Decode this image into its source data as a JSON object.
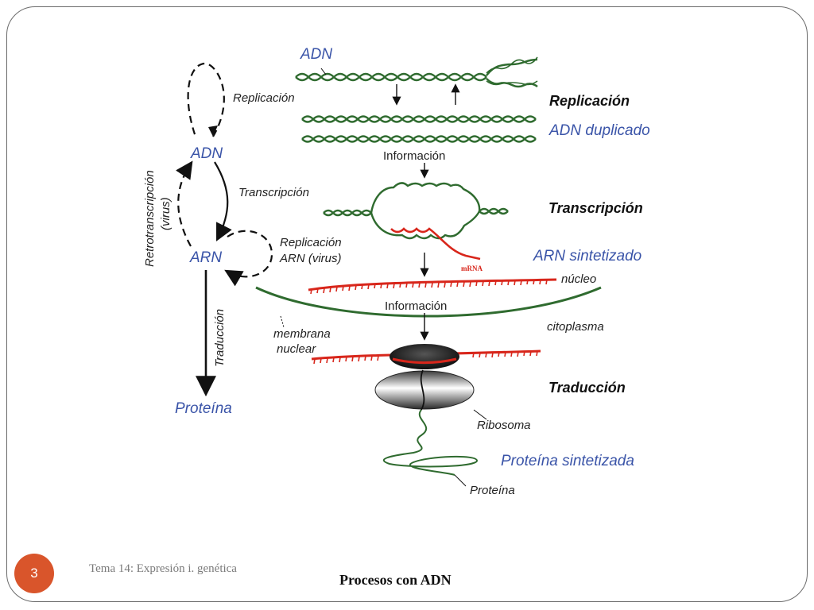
{
  "slide": {
    "page_number": "3",
    "footer_left": "Tema 14: Expresión i. genética",
    "footer_title": "Procesos con ADN"
  },
  "left_cycle": {
    "adn": "ADN",
    "arn": "ARN",
    "proteina": "Proteína",
    "replicacion": "Replicación",
    "transcripcion": "Transcripción",
    "replicacion_arn_1": "Replicación",
    "replicacion_arn_2": "ARN (virus)",
    "retrotranscripcion_1": "Retrotranscripción",
    "retrotranscripcion_2": "(virus)",
    "traduccion": "Traducción"
  },
  "right_process": {
    "adn_top": "ADN",
    "replicacion_heading": "Replicación",
    "adn_duplicado": "ADN duplicado",
    "informacion_1": "Información",
    "transcripcion_heading": "Transcripción",
    "mrna": "mRNA",
    "arn_sintetizado": "ARN sintetizado",
    "nucleo": "núcleo",
    "informacion_2": "Información",
    "citoplasma": "citoplasma",
    "membrana_1": "membrana",
    "membrana_2": "nuclear",
    "traduccion_heading": "Traducción",
    "ribosoma": "Ribosoma",
    "proteina_sintetizada": "Proteína sintetizada",
    "proteina_label": "Proteína"
  },
  "colors": {
    "label_blue": "#3a54a8",
    "dna_green": "#2f6b2f",
    "rna_red": "#d8261b",
    "badge_orange": "#d9552b"
  }
}
